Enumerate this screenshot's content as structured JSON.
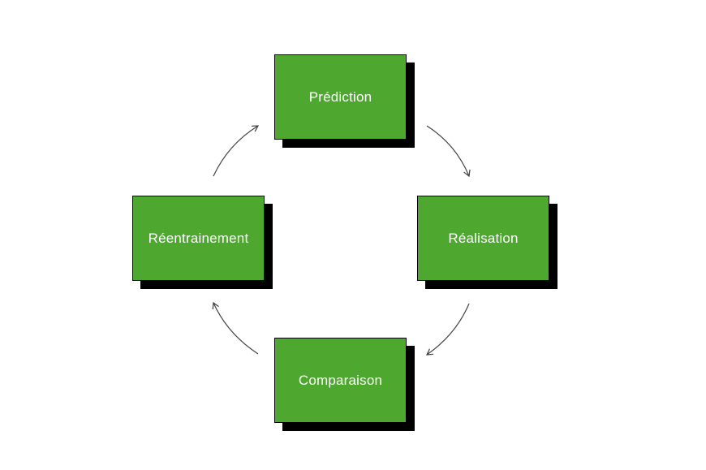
{
  "diagram": {
    "nodes": {
      "top": {
        "label": "Prédiction"
      },
      "right": {
        "label": "Réalisation"
      },
      "bottom": {
        "label": "Comparaison"
      },
      "left": {
        "label": "Réentrainement"
      }
    },
    "colors": {
      "box_fill": "#4ea72e",
      "box_text": "#ffffff",
      "shadow": "#000000",
      "arrow": "#404040"
    }
  }
}
